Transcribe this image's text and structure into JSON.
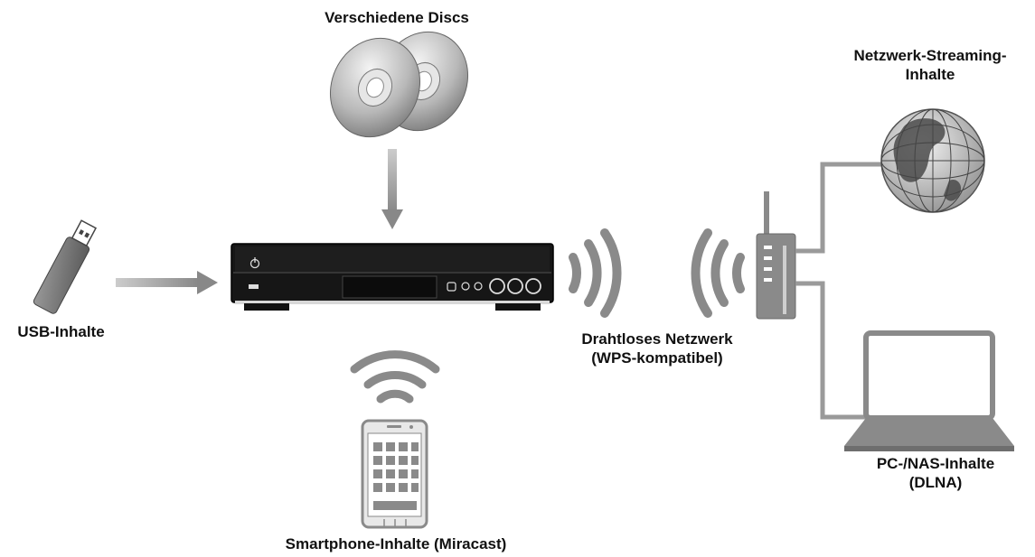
{
  "labels": {
    "discs": "Verschiedene Discs",
    "streaming_line1": "Netzwerk-Streaming-",
    "streaming_line2": "Inhalte",
    "usb": "USB-Inhalte",
    "wireless_line1": "Drahtloses Netzwerk",
    "wireless_line2": "(WPS-kompatibel)",
    "smartphone": "Smartphone-Inhalte (Miracast)",
    "pc_line1": "PC-/NAS-Inhalte",
    "pc_line2": "(DLNA)"
  },
  "icons": [
    "disc-icon",
    "usb-stick-icon",
    "player-icon",
    "router-icon",
    "globe-icon",
    "laptop-icon",
    "smartphone-icon",
    "wifi-icon"
  ],
  "colors": {
    "device_gray": "#8a8a8a",
    "line_gray": "#9a9a9a",
    "dark": "#1a1a1a"
  }
}
